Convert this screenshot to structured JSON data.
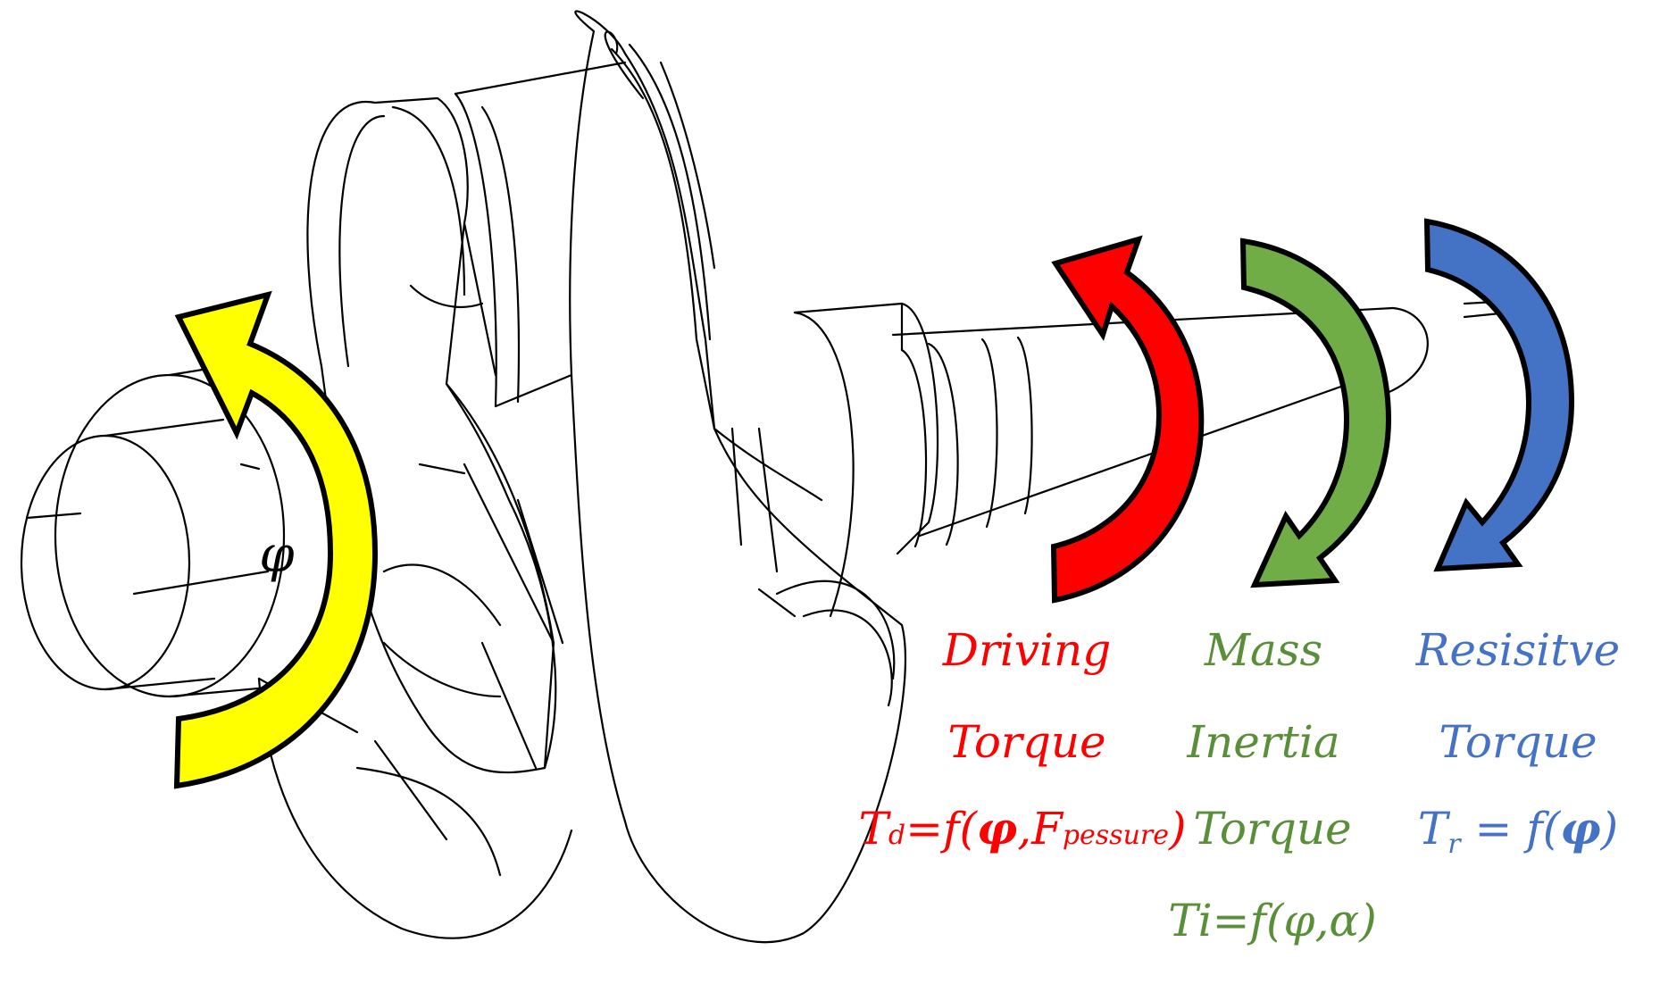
{
  "labels": {
    "angle_symbol": "φ",
    "driving": {
      "line1": "Driving",
      "line2": "Torque",
      "formula": {
        "T": "T",
        "sub": "d",
        "eq": "=f(",
        "phi": "φ",
        "comma": ",F",
        "fsub": "pessure",
        "close": ")"
      }
    },
    "inertia": {
      "line1": "Mass",
      "line2": "Inertia",
      "line3": "Torque",
      "formula": "Ti=f(φ,α)"
    },
    "resistive": {
      "line1": "Resisitve",
      "line2": "Torque",
      "formula": {
        "T": "T",
        "sub": "r",
        "rest": " = f(",
        "phi": "φ",
        "close": ")"
      }
    }
  },
  "colors": {
    "angle_arrow": "#ffff00",
    "driving": "#ff0000",
    "inertia": "#70ad47",
    "resistive": "#4472c4",
    "driving_text": "#ff0000",
    "inertia_text": "#5a8f3a",
    "resistive_text": "#4472c4",
    "outline": "#000000"
  },
  "icons": {
    "angle_arrow": "curved-arrow-counterclockwise-icon",
    "driving_arrow": "curved-arrow-up-icon",
    "inertia_arrow": "curved-arrow-down-icon",
    "resistive_arrow": "curved-arrow-down-icon"
  }
}
